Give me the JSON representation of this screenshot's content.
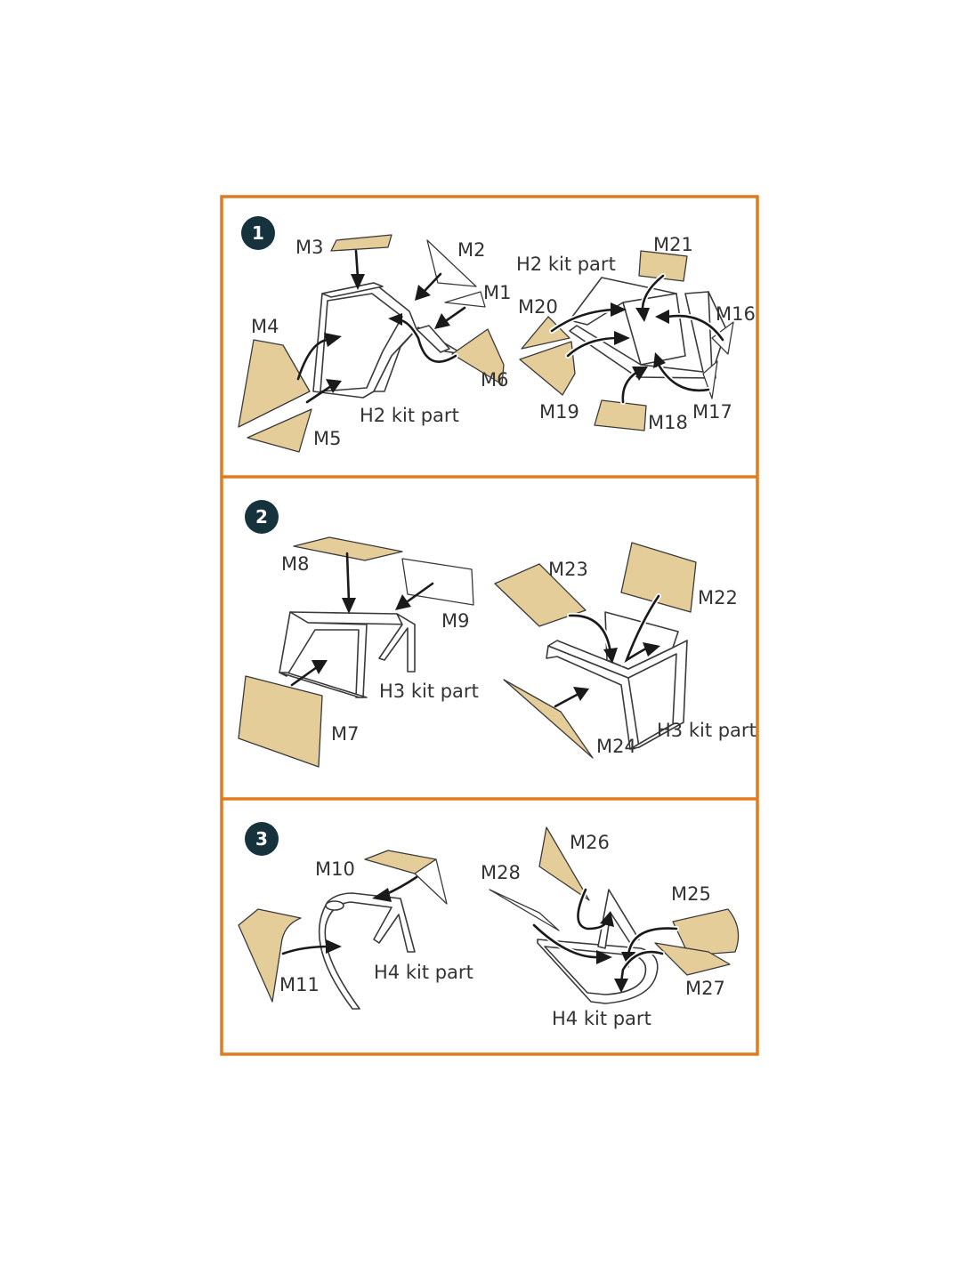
{
  "colors": {
    "frame": "#E07B1F",
    "badge": "#15323D",
    "part_fill": "#E5CD9A",
    "kit_fill": "#FFFFFF",
    "line": "#1A1A1A"
  },
  "steps": [
    {
      "number": "1",
      "labels": {
        "M1": "M1",
        "M2": "M2",
        "M3": "M3",
        "M4": "M4",
        "M5": "M5",
        "M6": "M6",
        "kit_left": "H2 kit part",
        "kit_right": "H2 kit part",
        "M16": "M16",
        "M17": "M17",
        "M18": "M18",
        "M19": "M19",
        "M20": "M20",
        "M21": "M21"
      }
    },
    {
      "number": "2",
      "labels": {
        "M7": "M7",
        "M8": "M8",
        "M9": "M9",
        "kit_left": "H3 kit part",
        "M22": "M22",
        "M23": "M23",
        "M24": "M24",
        "kit_right": "H3 kit part"
      }
    },
    {
      "number": "3",
      "labels": {
        "M10": "M10",
        "M11": "M11",
        "kit_left": "H4 kit part",
        "M25": "M25",
        "M26": "M26",
        "M27": "M27",
        "M28": "M28",
        "kit_right": "H4 kit part"
      }
    }
  ]
}
